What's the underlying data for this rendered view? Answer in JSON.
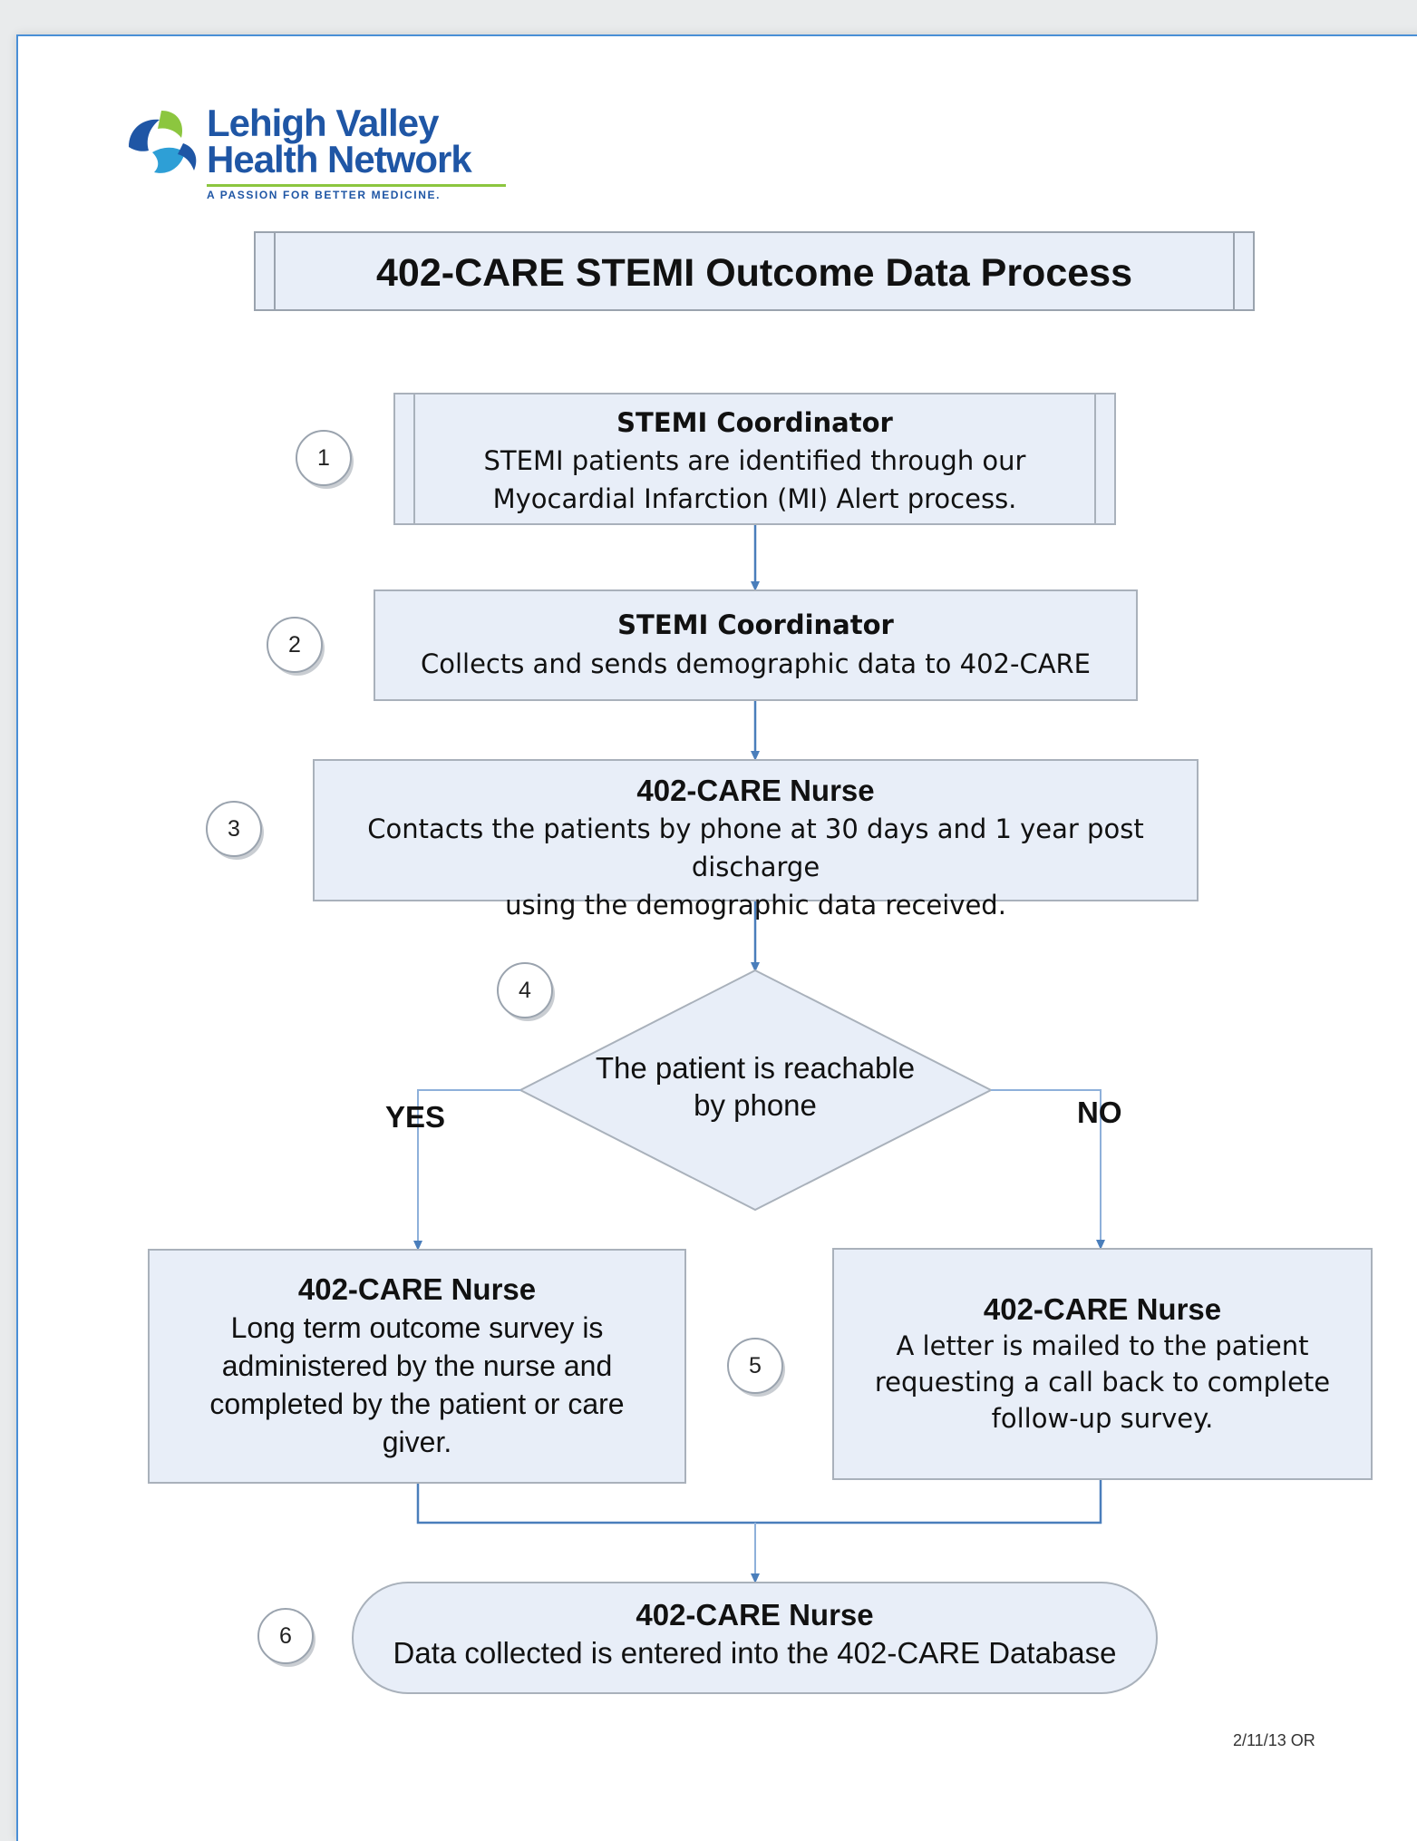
{
  "logo": {
    "line1": "Lehigh Valley",
    "line2": "Health Network",
    "tagline": "A PASSION FOR BETTER MEDICINE.",
    "colors": {
      "blue": "#1f56a5",
      "green": "#8cc63f",
      "teal": "#2e9fd6"
    }
  },
  "title": "402-CARE STEMI Outcome Data Process",
  "steps": [
    {
      "number": "1",
      "role": "STEMI Coordinator",
      "lines": [
        "STEMI patients are identified through our",
        "Myocardial Infarction (MI) Alert process."
      ]
    },
    {
      "number": "2",
      "role": "STEMI Coordinator",
      "lines": [
        "Collects and sends demographic data to 402-CARE"
      ]
    },
    {
      "number": "3",
      "role": "402-CARE Nurse",
      "lines": [
        "Contacts the patients by phone at 30 days and 1 year post discharge",
        "using the demographic data received."
      ]
    },
    {
      "number": "4",
      "decision": [
        "The patient is reachable",
        "by phone"
      ],
      "yes_label": "YES",
      "no_label": "NO"
    },
    {
      "number": "5",
      "yes_branch": {
        "role": "402-CARE Nurse",
        "lines": [
          "Long term outcome survey is",
          "administered by the nurse and",
          "completed by the patient or care",
          "giver."
        ]
      },
      "no_branch": {
        "role": "402-CARE Nurse",
        "lines": [
          "A  letter  is mailed to the patient",
          "requesting a call back to complete",
          "follow-up survey."
        ]
      }
    },
    {
      "number": "6",
      "role": "402-CARE Nurse",
      "lines": [
        "Data collected is entered into the 402-CARE Database"
      ]
    }
  ],
  "footnote": "2/11/13 OR",
  "colors": {
    "box_fill": "#e8eef8",
    "box_border": "#a9b1bb",
    "connector": "#4a7ebb",
    "page_border": "#4a8fd6"
  }
}
